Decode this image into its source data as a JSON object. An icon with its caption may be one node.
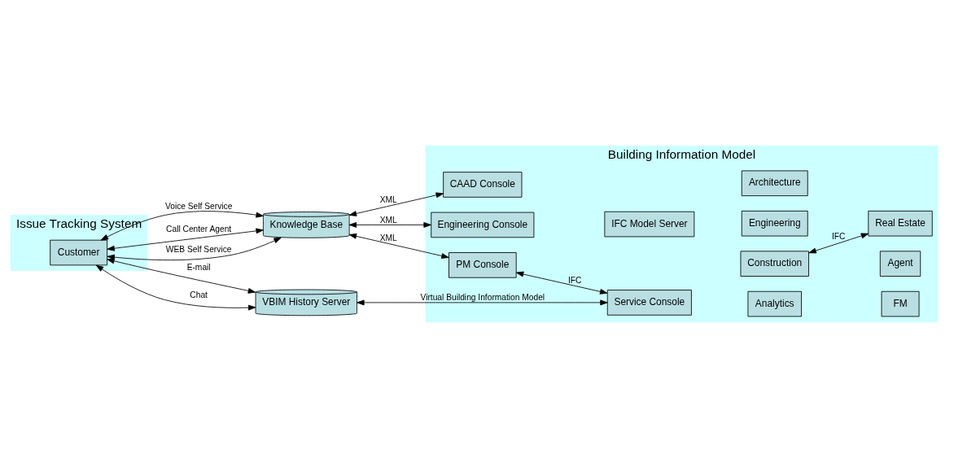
{
  "diagram": {
    "nodes": [
      {
        "text": [
          "Issue Tracking System"
        ]
      },
      {
        "text": [
          "Customer"
        ],
        "in": 0
      },
      {
        "text": [
          "Knowledge Base"
        ]
      },
      {
        "text": [
          "VBIM History Server"
        ]
      },
      {
        "text": [
          "Building Information Model"
        ]
      },
      {
        "text": [
          "CAAD Console"
        ],
        "in": 4
      },
      {
        "text": [
          "Engineering Console"
        ],
        "in": 4
      },
      {
        "text": [
          "PM Console"
        ],
        "in": 4
      },
      {
        "text": [
          "IFC Model Server"
        ],
        "in": 4
      },
      {
        "text": [
          "Architecture"
        ],
        "in": 4
      },
      {
        "text": [
          "Engineering"
        ],
        "in": 4
      },
      {
        "text": [
          "Construction"
        ],
        "in": 4
      },
      {
        "text": [
          "Service Console"
        ],
        "in": 4
      },
      {
        "text": [
          "Analytics"
        ],
        "in": 4
      },
      {
        "text": [
          "Real Estate"
        ],
        "in": 4
      },
      {
        "text": [
          "FM"
        ],
        "in": 4
      },
      {
        "text": [
          "Agent"
        ],
        "in": 4
      }
    ],
    "edges": [
      {
        "from": 1,
        "to": 2,
        "arrow": "both",
        "label": "Voice Self Service"
      },
      {
        "from": 1,
        "to": 2,
        "arrow": "both",
        "label": "Call Center Agent"
      },
      {
        "from": 1,
        "to": 2,
        "arrow": "both",
        "label": "WEB Self Service"
      },
      {
        "from": 1,
        "to": 3,
        "arrow": "both",
        "label": "E-mail"
      },
      {
        "from": 1,
        "to": 3,
        "arrow": "both",
        "label": "Chat"
      },
      {
        "from": 2,
        "to": 5,
        "arrow": "both",
        "label": "XML"
      },
      {
        "from": 2,
        "to": 6,
        "arrow": "both",
        "label": "XML"
      },
      {
        "from": 2,
        "to": 7,
        "arrow": "both",
        "label": "XML"
      },
      {
        "from": 3,
        "to": 12,
        "arrow": "both",
        "label": "Virtual Building Information Model"
      },
      {
        "from": 7,
        "to": 12,
        "arrow": "both",
        "label": "IFC"
      },
      {
        "from": 11,
        "to": 14,
        "arrow": "both",
        "label": "IFC"
      }
    ]
  }
}
